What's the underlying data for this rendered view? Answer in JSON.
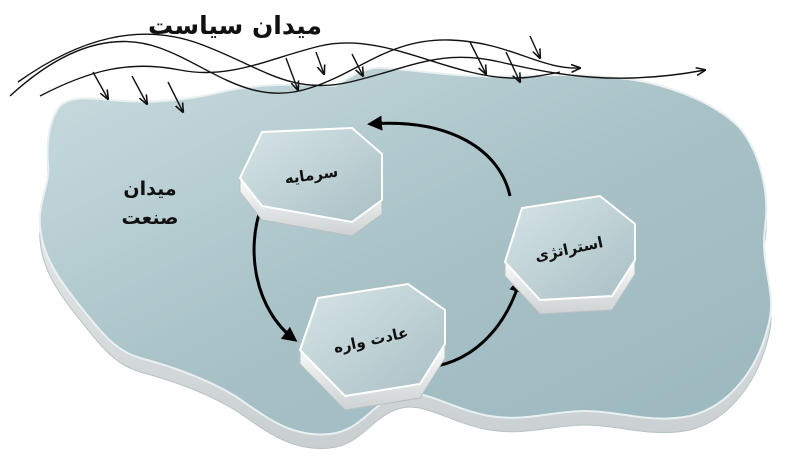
{
  "labels": {
    "politics_field": "میدان سیاست",
    "industry_field_line1": "میدان",
    "industry_field_line2": "صنعت",
    "capital": "سرمایه",
    "strategy": "استراتژی",
    "habitus": "عادت واره"
  }
}
